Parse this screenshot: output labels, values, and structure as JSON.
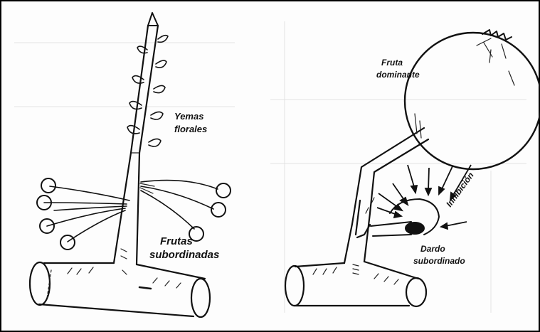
{
  "labels": {
    "flower_buds": [
      "Yemas",
      "florales"
    ],
    "subordinate_fruits": [
      "Frutas",
      "subordinadas"
    ],
    "dominant_fruit": [
      "Fruta",
      "dominante"
    ],
    "inhibition": "Inhibición",
    "subordinate_spur": [
      "Dardo",
      "subordinado"
    ]
  }
}
